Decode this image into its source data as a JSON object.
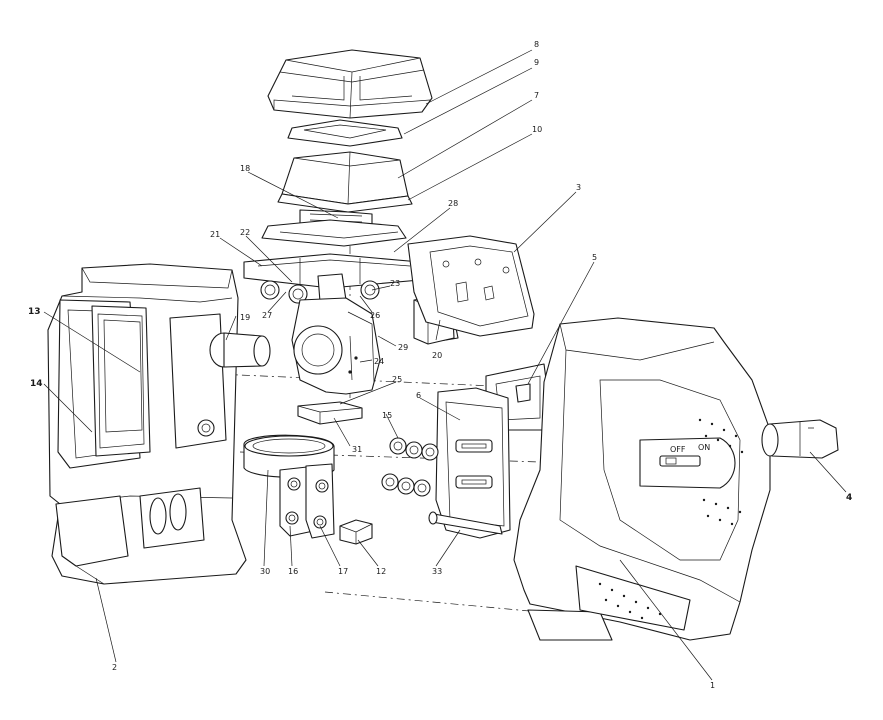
{
  "switch": {
    "off_label": "OFF",
    "on_label": "ON"
  },
  "callouts": [
    {
      "id": "c8",
      "text": "8"
    },
    {
      "id": "c9",
      "text": "9"
    },
    {
      "id": "c7",
      "text": "7"
    },
    {
      "id": "c10",
      "text": "10"
    },
    {
      "id": "c18",
      "text": "18"
    },
    {
      "id": "c3",
      "text": "3"
    },
    {
      "id": "c28",
      "text": "28"
    },
    {
      "id": "c21",
      "text": "21"
    },
    {
      "id": "c22",
      "text": "22"
    },
    {
      "id": "c5",
      "text": "5"
    },
    {
      "id": "c27",
      "text": "27"
    },
    {
      "id": "c23",
      "text": "23"
    },
    {
      "id": "c26",
      "text": "26"
    },
    {
      "id": "c13",
      "text": "13"
    },
    {
      "id": "c19",
      "text": "19"
    },
    {
      "id": "c29",
      "text": "29"
    },
    {
      "id": "c20",
      "text": "20"
    },
    {
      "id": "c24",
      "text": "24"
    },
    {
      "id": "c14",
      "text": "14"
    },
    {
      "id": "c25",
      "text": "25"
    },
    {
      "id": "c6",
      "text": "6"
    },
    {
      "id": "c31",
      "text": "31"
    },
    {
      "id": "c15",
      "text": "15"
    },
    {
      "id": "c4",
      "text": "4"
    },
    {
      "id": "c30",
      "text": "30"
    },
    {
      "id": "c16",
      "text": "16"
    },
    {
      "id": "c17",
      "text": "17"
    },
    {
      "id": "c12",
      "text": "12"
    },
    {
      "id": "c33",
      "text": "33"
    },
    {
      "id": "c2",
      "text": "2"
    },
    {
      "id": "c1",
      "text": "1"
    }
  ]
}
